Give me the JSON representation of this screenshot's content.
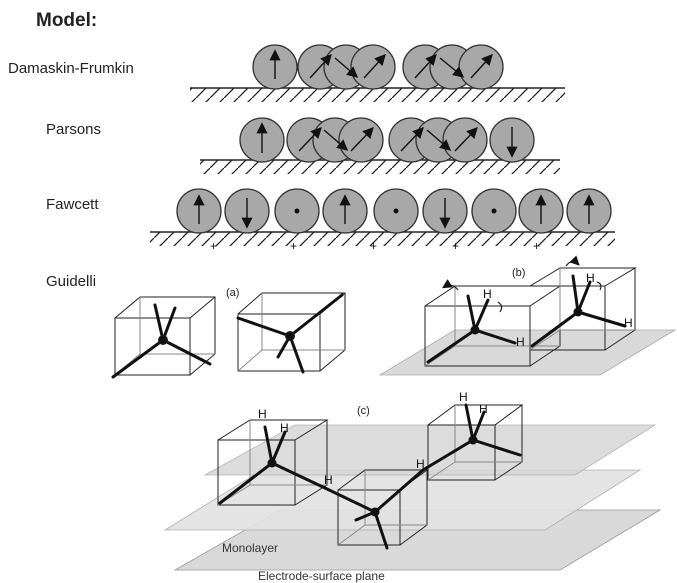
{
  "title": "Model:",
  "models": [
    {
      "name": "Damaskin-Frumkin"
    },
    {
      "name": "Parsons"
    },
    {
      "name": "Fawcett"
    },
    {
      "name": "Guidelli"
    }
  ],
  "panels": {
    "a": "(a)",
    "b": "(b)",
    "c": "(c)"
  },
  "plane_labels": {
    "monolayer": "Monolayer",
    "electrode": "Electrode-surface plane"
  },
  "atom_label": "H",
  "charge_sign": "+",
  "colors": {
    "molecule_fill": "#a8a8a8",
    "plane_fill": "#d9d9d9",
    "line": "#222222"
  }
}
